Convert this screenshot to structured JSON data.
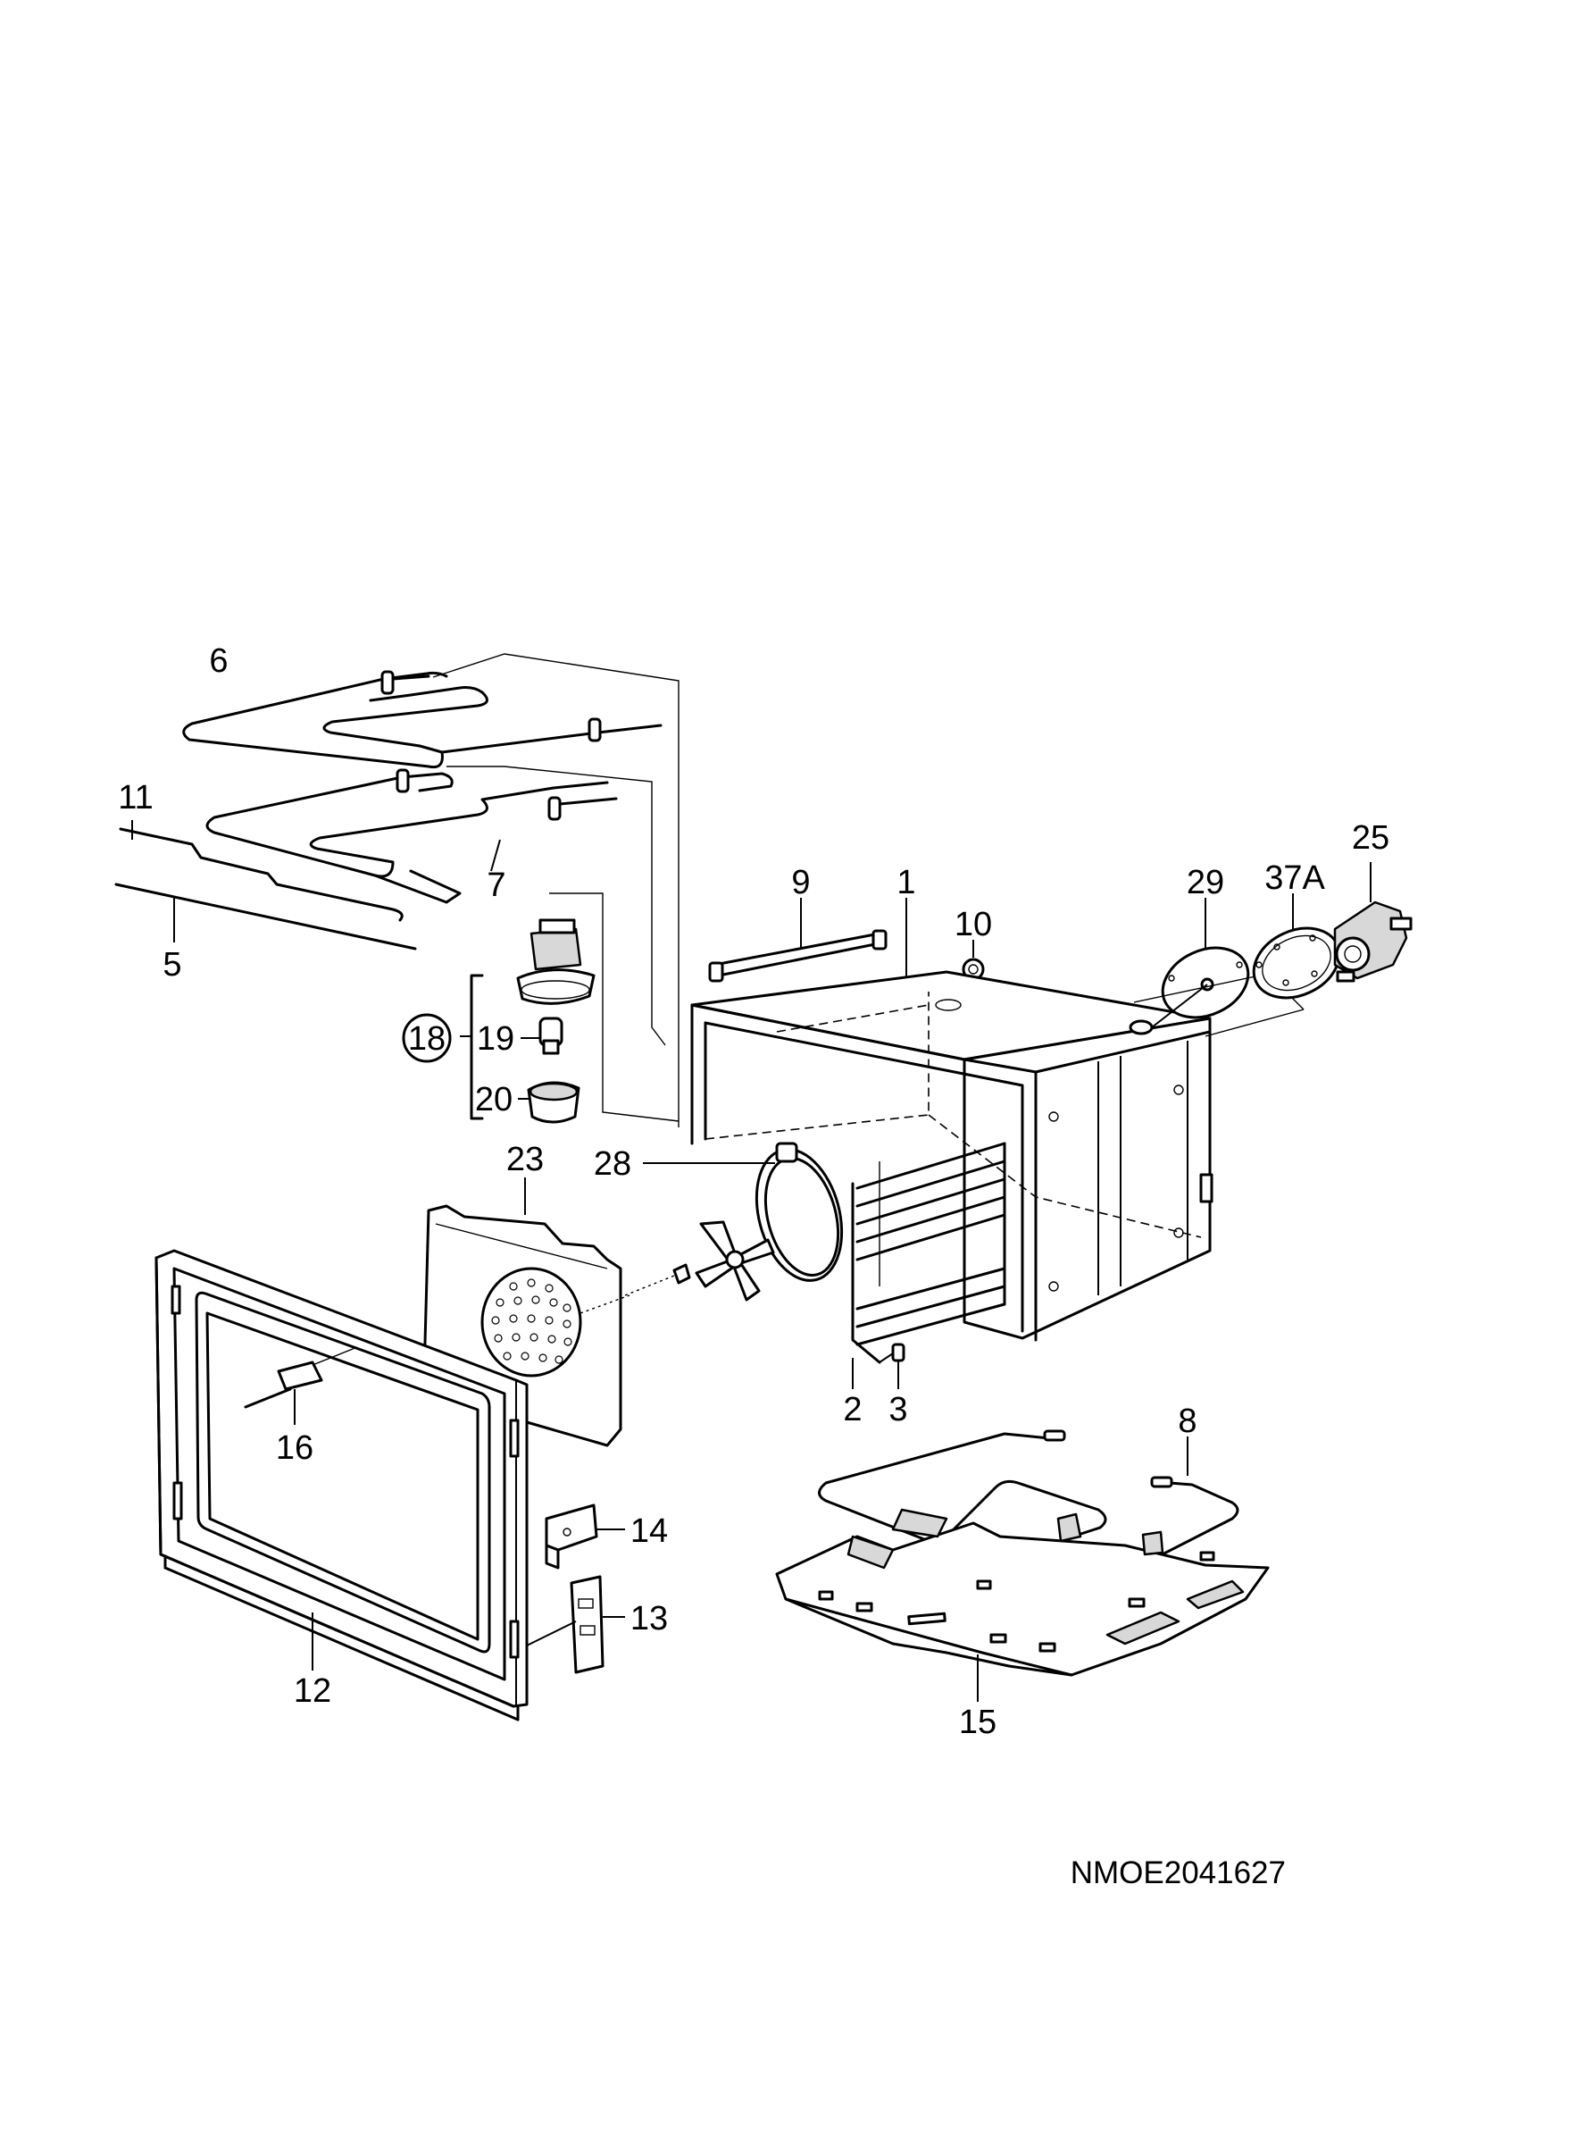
{
  "labels": {
    "p1": "1",
    "p2": "2",
    "p3": "3",
    "p5": "5",
    "p6": "6",
    "p7": "7",
    "p8": "8",
    "p9": "9",
    "p10": "10",
    "p11": "11",
    "p12": "12",
    "p13": "13",
    "p14": "14",
    "p15": "15",
    "p16": "16",
    "p18": "18",
    "p19": "19",
    "p20": "20",
    "p23": "23",
    "p25": "25",
    "p28": "28",
    "p29": "29",
    "p37a": "37A"
  },
  "diagram_code": "NMOE2041627"
}
